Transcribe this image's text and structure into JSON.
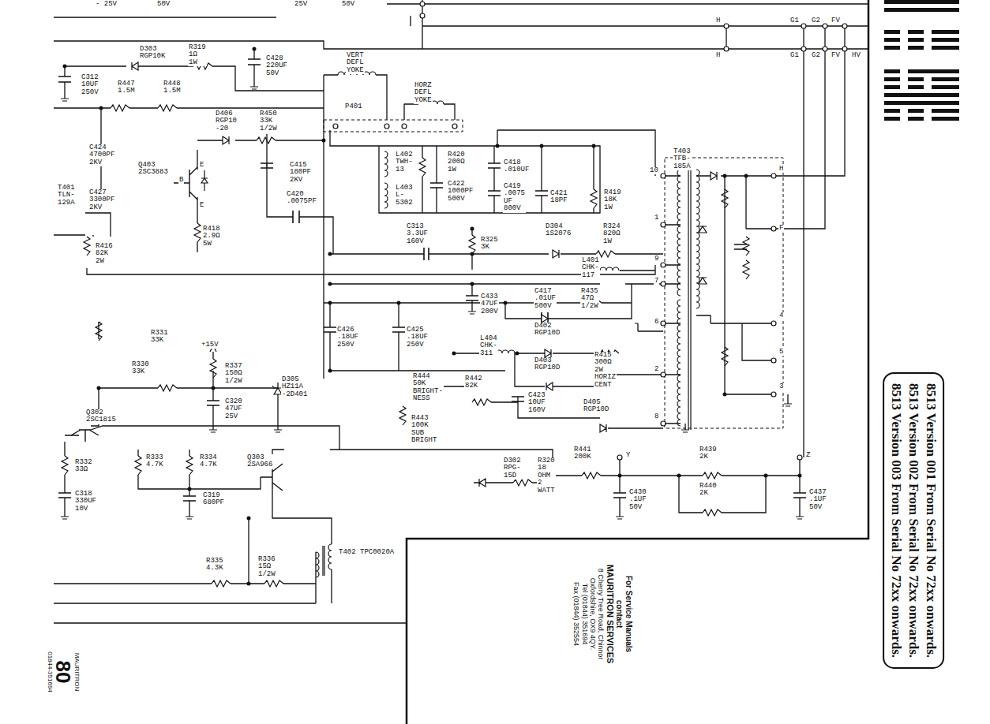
{
  "diagram": {
    "nodes": [
      {
        "text": [
          "8513 Version 001 From Serial No 72xx onwards.",
          "8513 Version 002 From Serial No 72xx onwards.",
          "8513 Version 003 From Serial No 72xx onwards."
        ]
      }
    ],
    "edges": [],
    "labels": [
      "- 25V",
      "50V",
      "25V",
      "50V",
      "H",
      "G1",
      "G2",
      "FV",
      "H",
      "G1",
      "G2",
      "FV",
      "HV",
      "D303 RGP10K",
      "R319 1Ω 1W",
      "C312 10UF 250V",
      "R447 1.5M",
      "R448 1.5M",
      "C428 220UF 50V",
      "VERT DEFL YOKE",
      "HORZ DEFL YOKE",
      "P401",
      "D406 RGP10 -20",
      "R450 33K 1/2W",
      "C424 4700PF 2KV",
      "Q403 2SC3883",
      "E",
      "B",
      "E",
      "T401 TLN-129A",
      "C427 3300PF 2KV",
      "C415 180PF 2KV",
      "C420 .0075PF",
      "R418 2.9Ω 5W",
      "R416 82K 2W",
      "L402 TWH-13",
      "L403 L-5302",
      "R420 200Ω 1W",
      "C422 1000PF 500V",
      "C418 .010UF",
      "C419 .0075 UF 800V",
      "C421 18PF",
      "R419 18K 1W",
      "T403 TFB-185A",
      "10",
      "1",
      "9",
      "7",
      "6",
      "2",
      "8",
      "H",
      "F",
      "4",
      "5",
      "3",
      "C313 3.3UF 160V",
      "R325 3K",
      "D304 1S2076",
      "R324 820Ω 1W",
      "L401 CHK-117",
      "C433 47UF 200V",
      "C417 .01UF 500V",
      "R435 47Ω 1/2W",
      "D402 RGP10D",
      "C426 .18UF 250V",
      "C425 .18UF 250V",
      "L404 CHK-311",
      "D403 RGP10D",
      "R415 300Ω 2W HORIZ CENT",
      "R444 50K BRIGHT- NESS",
      "R442 82K",
      "C423 10UF 160V",
      "D405 RGP10D",
      "R443 100K SUB BRIGHT",
      "R331 33K",
      "R330 33K",
      "+15V",
      "R337 150Ω 1/2W",
      "C320 47UF 25V",
      "D305 HZ11A -2D401",
      "Q302 2SC1815",
      "R332 33Ω",
      "C318 330UF 10V",
      "R333 4.7K",
      "R334 4.7K",
      "Q303 2SA966",
      "C319 680PF",
      "T402 TPC0020A",
      "R335 4.3K",
      "R336 15Ω 1/2W",
      "D302 RPG-15D",
      "R320 18 OHM 2 WATT",
      "R441 200K",
      "Y",
      "R439 2K",
      "Z",
      "R440 2K",
      "C430 .1UF 50V",
      "C437 .1UF 50V",
      "For Service Manuals",
      "contact",
      "MAURITRON SERVICES",
      "8 Cherry Tree Road, Chinnor",
      "Oxfordshire, OX9 4QY.",
      "Tel (01844) 351694",
      "Fax (01844) 352554",
      "MAURITRON",
      "80",
      "01844-351694"
    ]
  }
}
